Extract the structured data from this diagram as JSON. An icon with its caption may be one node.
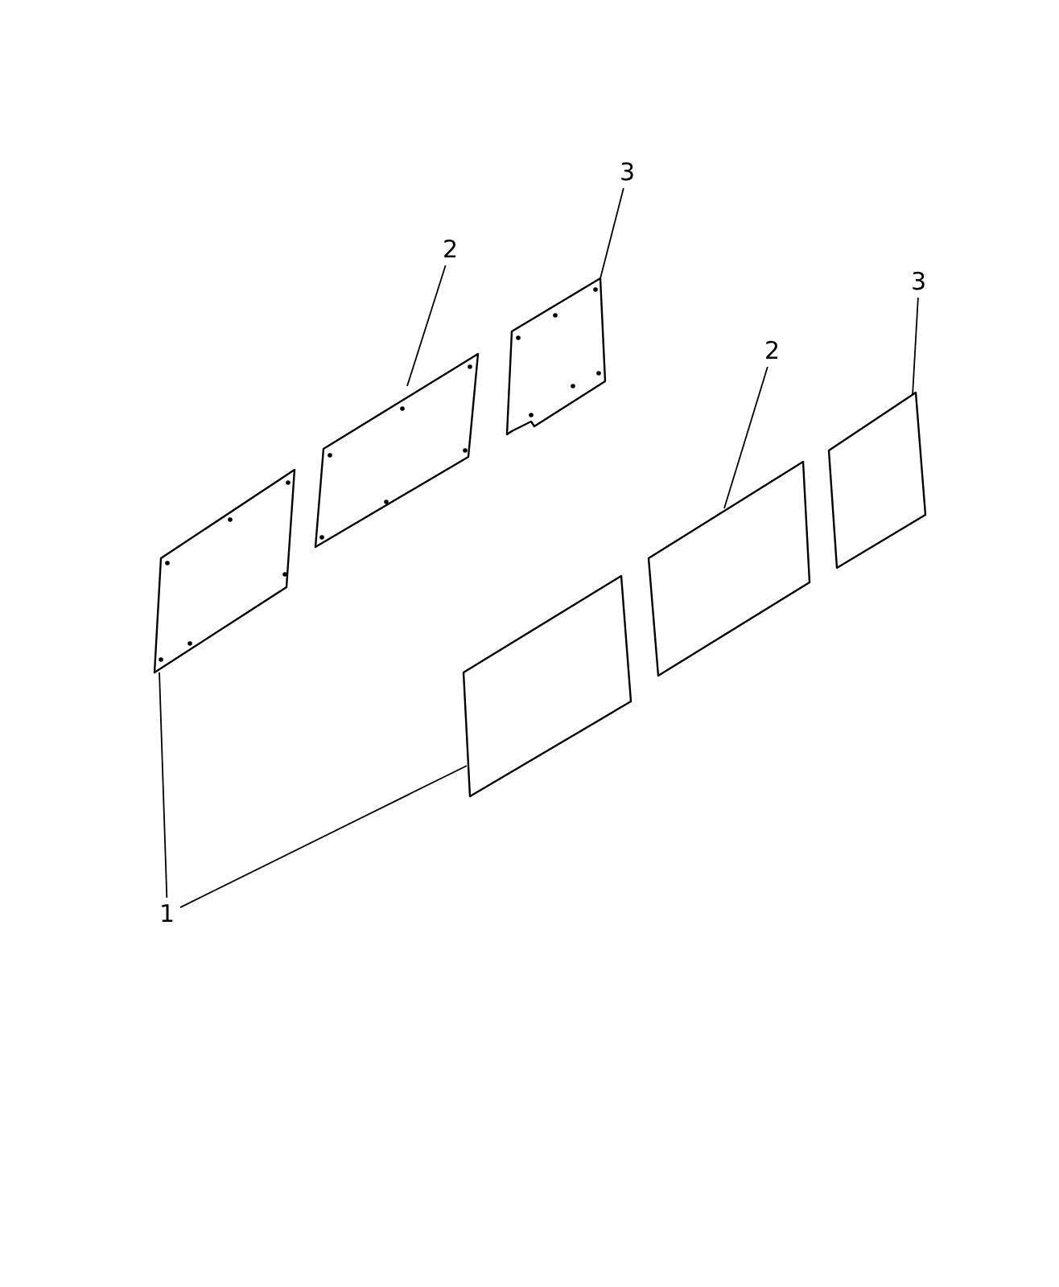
{
  "diagram": {
    "nodes": [
      {
        "text": [
          "3"
        ]
      },
      {
        "text": [
          "2"
        ]
      },
      {
        "text": [
          "3"
        ]
      },
      {
        "text": [
          "2"
        ]
      },
      {
        "text": [
          "1"
        ]
      },
      {
        "text": [],
        "shape": "box"
      },
      {
        "text": [],
        "shape": "box"
      },
      {
        "text": [],
        "shape": "box"
      },
      {
        "text": [],
        "shape": "box"
      },
      {
        "text": [],
        "shape": "box"
      },
      {
        "text": [],
        "shape": "box"
      }
    ],
    "edges": [
      {
        "from": 0,
        "to": 8,
        "arrow": "none"
      },
      {
        "from": 1,
        "to": 6,
        "arrow": "none"
      },
      {
        "from": 2,
        "to": 10,
        "arrow": "none"
      },
      {
        "from": 3,
        "to": 9,
        "arrow": "none"
      },
      {
        "from": 4,
        "to": 5,
        "arrow": "none"
      },
      {
        "from": 4,
        "to": 7,
        "arrow": "none"
      }
    ]
  }
}
